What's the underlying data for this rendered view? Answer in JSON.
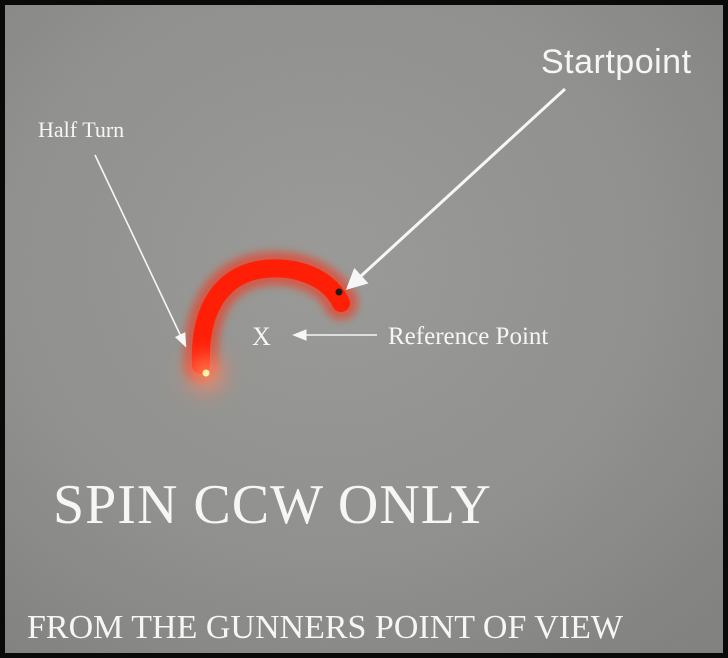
{
  "labels": {
    "startpoint": "Startpoint",
    "half_turn": "Half Turn",
    "x_mark": "X",
    "reference_point": "Reference Point",
    "spin_rule": "SPIN CCW ONLY",
    "viewpoint": "FROM THE GUNNERS POINT OF VIEW"
  },
  "colors": {
    "background_gray": "#8d8e8b",
    "trace_red": "#ff2a10",
    "text_white": "#f6f6f6",
    "frame_black": "#0a0a0a"
  }
}
